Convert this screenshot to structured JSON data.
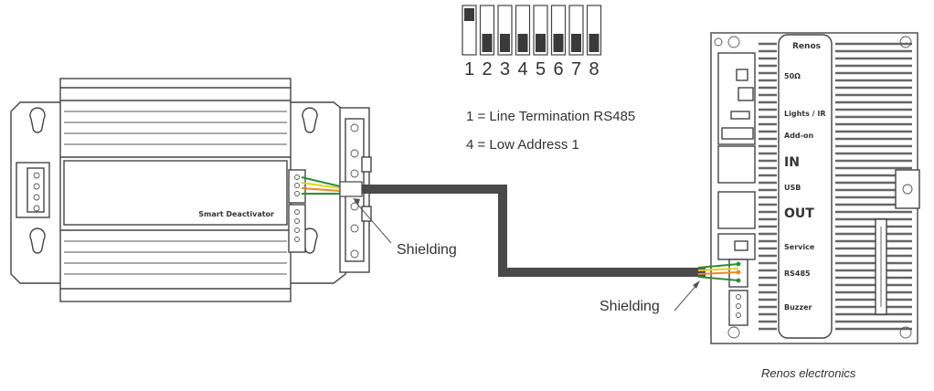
{
  "dip_switch": {
    "labels": [
      "1",
      "2",
      "3",
      "4",
      "5",
      "6",
      "7",
      "8"
    ],
    "on": [
      true,
      false,
      false,
      false,
      false,
      false,
      false,
      false
    ]
  },
  "notes": [
    "1 = Line Termination RS485",
    "4 = Low Address 1"
  ],
  "left_device": {
    "brand": "",
    "name": "Smart Deactivator"
  },
  "shielding_labels": [
    "Shielding",
    "Shielding"
  ],
  "right_device": {
    "brand": "Renos",
    "ports": [
      "50Ω",
      "Lights / IR",
      "Add-on",
      "IN",
      "USB",
      "OUT",
      "Service",
      "RS485",
      "Buzzer"
    ]
  },
  "caption": "Renos electronics",
  "colors": {
    "cable": "#4a4a4a",
    "wire_green": "#2e8b3a",
    "wire_orange": "#e8892a",
    "wire_yellow": "#e6d21e"
  }
}
